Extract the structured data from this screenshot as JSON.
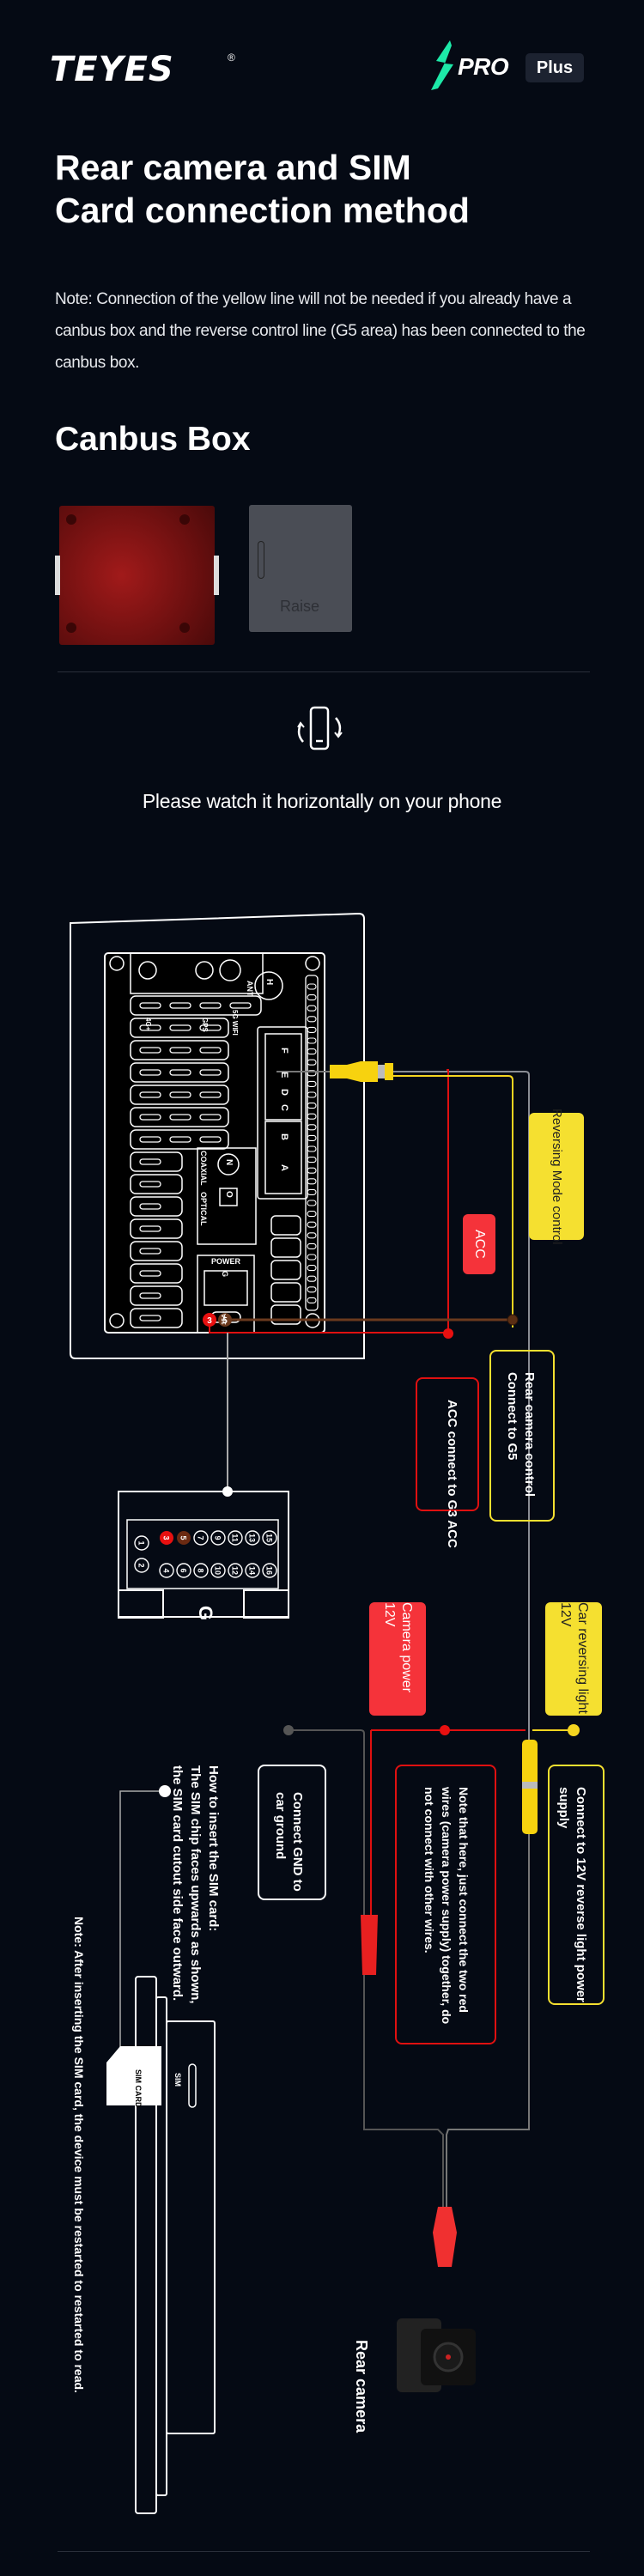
{
  "header": {
    "brand": "TEYES",
    "brand_mark": "®",
    "product_line": "PRO",
    "product_badge": "Plus",
    "colors": {
      "bolt": "#1de9a8",
      "badge_bg": "#1c2230"
    }
  },
  "page": {
    "title_line1": "Rear camera and SIM",
    "title_line2": "Card connection method",
    "note": "Note: Connection of the yellow line will not be needed if you already have a canbus box and the reverse control line (G5 area) has been connected to the canbus box."
  },
  "canbus": {
    "title": "Canbus Box",
    "case_label": "Raise"
  },
  "orientation": {
    "icon": "rotate-phone-icon",
    "message": "Please watch it horizontally on your phone"
  },
  "diagram": {
    "colors": {
      "red": "#f5333a",
      "yellow": "#f5e030",
      "brown": "#6b3a1e",
      "gray": "#8a8d94",
      "white": "#ffffff"
    },
    "head_unit": {
      "ports": [
        "4G+",
        "GPS",
        "5G WIFI",
        "ANT"
      ],
      "ant_port": "H",
      "connectors": [
        "F",
        "E",
        "D",
        "C",
        "B",
        "A"
      ],
      "coaxial_port": "N",
      "optical_port": "O",
      "coaxial_label": "COAXIAL",
      "optical_label": "OPTICAL",
      "power_label": "POWER",
      "power_connector": "G",
      "fuse": "15A",
      "pin_acc": "3",
      "pin_reverse": "5"
    },
    "g_connector": {
      "label": "G",
      "pins_top": [
        "1",
        "3",
        "5",
        "7",
        "9",
        "11",
        "13",
        "15"
      ],
      "pins_bottom": [
        "2",
        "4",
        "6",
        "8",
        "10",
        "12",
        "14",
        "16"
      ],
      "highlight_pins": [
        "3",
        "5"
      ]
    },
    "labels": {
      "reversing_mode": "Reversing Mode control",
      "acc_tag": "ACC",
      "acc_connect": "ACC connect to G3 ACC",
      "rear_cam_control": "Rear camera control Connect to G5",
      "camera_power": "Camera power 12V",
      "car_reversing": "Car reversing light 12V",
      "connect_gnd": "Connect GND to car ground",
      "red_note": "Note that here, just connect the two red wires (camera power supply) together, do not connect with other wires.",
      "reverse_supply": "Connect to 12V reverse light power supply",
      "sim_howto_title": "How to insert the SIM card:",
      "sim_howto_body1": "The SIM chip faces upwards as shown,",
      "sim_howto_body2": "the SIM card cutout side face outward.",
      "sim_card": "SIM CARD",
      "sim_slot": "SIM",
      "sim_note": "Note: After inserting the SIM card, the device must be restarted to restarted to read.",
      "rear_camera": "Rear camera"
    }
  }
}
